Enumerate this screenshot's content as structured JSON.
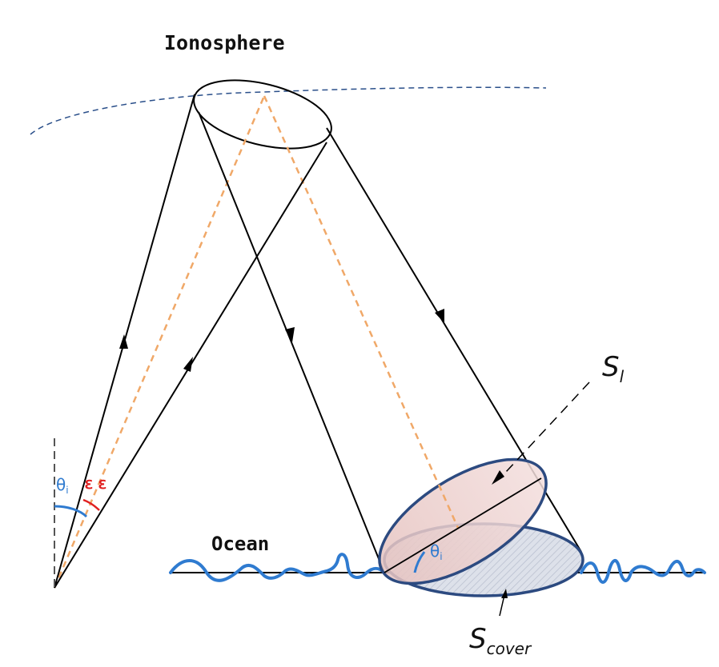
{
  "labels": {
    "ionosphere": "Ionosphere",
    "ocean": "Ocean",
    "s_l_main": "S",
    "s_l_sub": "l",
    "s_cover_main": "S",
    "s_cover_sub": "cover",
    "theta_left_main": "θ",
    "theta_left_sub": "i",
    "epsilon_1": "ε",
    "epsilon_2": "ε",
    "theta_ellipse_main": "θ",
    "theta_ellipse_sub": "i"
  },
  "colors": {
    "ray": "#000000",
    "center_ray": "#f0a868",
    "ionosphere_line": "#2a4f8a",
    "ocean_wave": "#2f7bd0",
    "ellipse_stroke": "#2c4a80",
    "ellipse_fill_top": "#e8c6c2",
    "ellipse_fill_bottom": "#dde1ea",
    "theta_color": "#2f7bd0",
    "epsilon_color": "#e02020"
  }
}
